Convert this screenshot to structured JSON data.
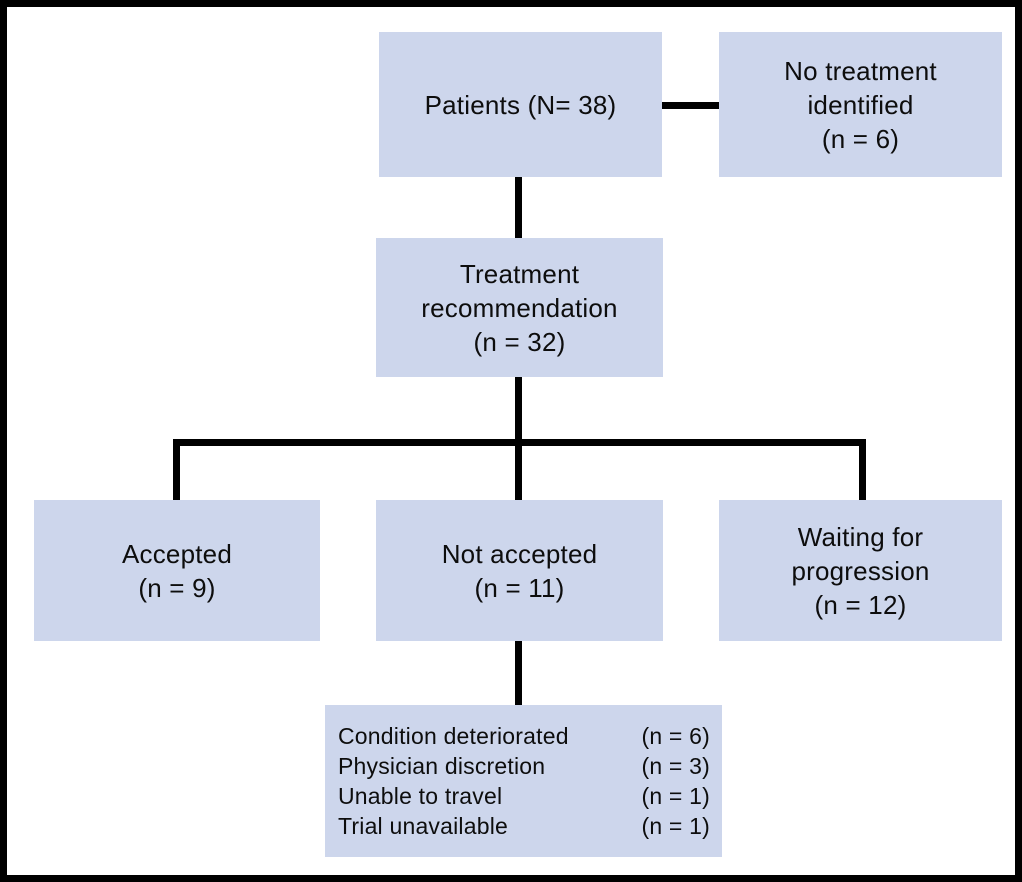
{
  "colors": {
    "box_fill": "#cdd6ec",
    "line_color": "#000000",
    "text_color": "#0d0d0d"
  },
  "flowchart": {
    "patients": {
      "lines": [
        "Patients (N= 38)"
      ]
    },
    "no_treatment": {
      "lines": [
        "No treatment",
        "identified",
        "(n = 6)"
      ]
    },
    "treatment_recommendation": {
      "lines": [
        "Treatment",
        "recommendation",
        "(n = 32)"
      ]
    },
    "accepted": {
      "lines": [
        "Accepted",
        "(n = 9)"
      ]
    },
    "not_accepted": {
      "lines": [
        "Not accepted",
        "(n = 11)"
      ]
    },
    "waiting_for_progression": {
      "lines": [
        "Waiting for",
        "progression",
        "(n = 12)"
      ]
    },
    "not_accepted_reasons": {
      "items": [
        {
          "label": "Condition deteriorated",
          "count": "(n = 6)"
        },
        {
          "label": "Physician discretion",
          "count": "(n = 3)"
        },
        {
          "label": "Unable to travel",
          "count": "(n = 1)"
        },
        {
          "label": "Trial unavailable",
          "count": "(n = 1)"
        }
      ]
    }
  }
}
